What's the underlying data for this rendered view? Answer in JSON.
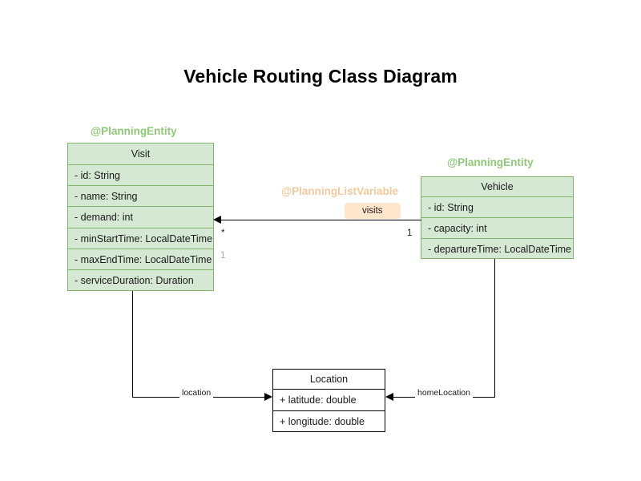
{
  "title": "Vehicle Routing Class Diagram",
  "colors": {
    "background": "#ffffff",
    "class_fill": "#d5e8d4",
    "class_border": "#82b366",
    "plain_fill": "#ffffff",
    "plain_border": "#000000",
    "stereotype_entity": "#8fc978",
    "stereotype_listvar": "#f5c99b",
    "badge_fill": "#ffe6cc",
    "line": "#000000",
    "multiplicity_violet": "#b39ddb"
  },
  "classes": [
    {
      "id": "visit",
      "name": "Visit",
      "stereotype": "@PlanningEntity",
      "attributes": [
        "- id: String",
        "- name: String",
        "- demand: int",
        "- minStartTime: LocalDateTime",
        "- maxEndTime: LocalDateTime",
        "- serviceDuration: Duration"
      ]
    },
    {
      "id": "vehicle",
      "name": "Vehicle",
      "stereotype": "@PlanningEntity",
      "attributes": [
        "- id: String",
        "- capacity: int",
        "- departureTime: LocalDateTime"
      ]
    },
    {
      "id": "location",
      "name": "Location",
      "stereotype": "",
      "attributes": [
        "+ latitude: double",
        "+ longitude: double"
      ]
    }
  ],
  "relationships": [
    {
      "id": "vehicle-visits",
      "from": "Vehicle",
      "to": "Visit",
      "label": "visits",
      "stereotype": "@PlanningListVariable",
      "source_multiplicity": "1",
      "target_multiplicity": "*"
    },
    {
      "id": "visit-location",
      "from": "Visit",
      "to": "Location",
      "label": "location",
      "source_multiplicity": "1",
      "target_multiplicity": ""
    },
    {
      "id": "vehicle-homelocation",
      "from": "Vehicle",
      "to": "Location",
      "label": "homeLocation",
      "source_multiplicity": "",
      "target_multiplicity": ""
    }
  ]
}
